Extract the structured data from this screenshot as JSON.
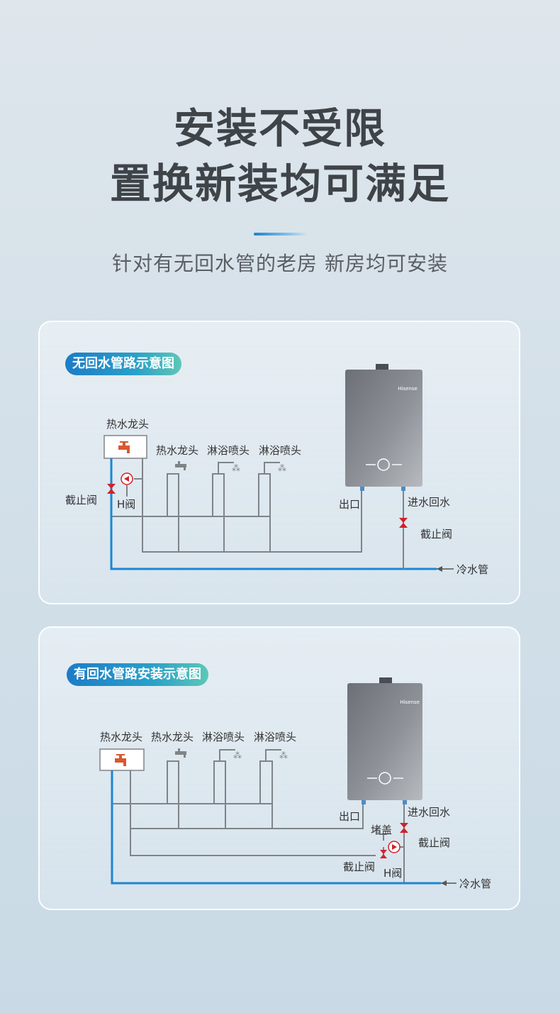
{
  "header": {
    "title_line1": "安装不受限",
    "title_line2": "置换新装均可满足",
    "subtitle": "针对有无回水管的老房 新房均可安装",
    "accent_color": "#1b83c9"
  },
  "diagram1": {
    "title": "无回水管路示意图",
    "labels": {
      "hot_tap_box": "热水龙头",
      "hot_tap": "热水龙头",
      "shower1": "淋浴喷头",
      "shower2": "淋浴喷头",
      "stop_valve_left": "截止阀",
      "h_valve": "H阀",
      "outlet": "出口",
      "inlet_return": "进水回水",
      "stop_valve_right": "截止阀",
      "cold_pipe": "冷水管"
    }
  },
  "diagram2": {
    "title": "有回水管路安装示意图",
    "labels": {
      "hot_tap_box": "热水龙头",
      "hot_tap": "热水龙头",
      "shower1": "淋浴喷头",
      "shower2": "淋浴喷头",
      "outlet": "出口",
      "inlet_return": "进水回水",
      "plug": "堵盖",
      "stop_valve_right": "截止阀",
      "stop_valve_bottom": "截止阀",
      "h_valve": "H阀",
      "cold_pipe": "冷水管"
    }
  },
  "colors": {
    "hot_pipe": "#7f8488",
    "cold_pipe": "#1c86d2",
    "valve": "#d4202a",
    "heater_body": "#7a7e84"
  }
}
